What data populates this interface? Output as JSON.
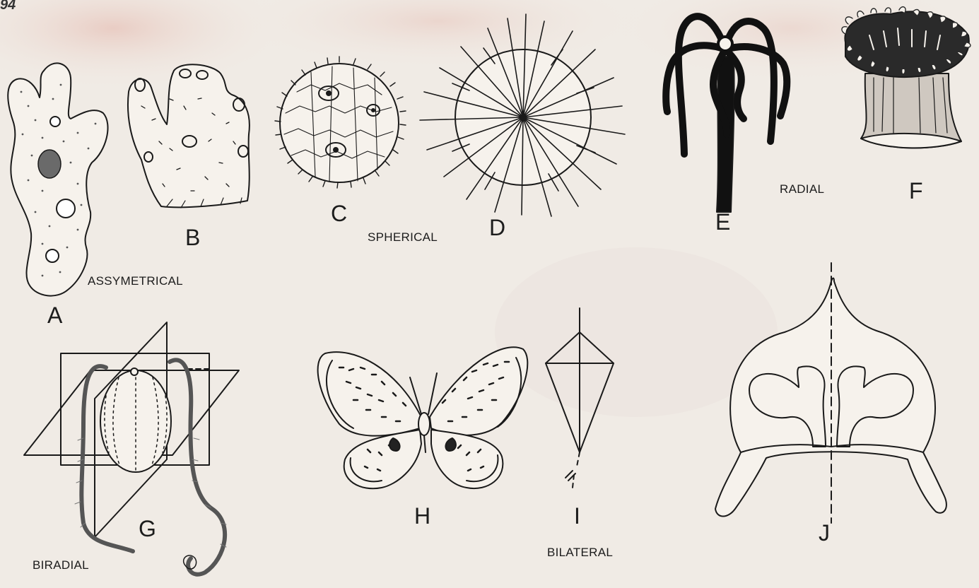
{
  "page_number": "94",
  "categories": {
    "assymetrical": "ASSYMETRICAL",
    "spherical": "SPHERICAL",
    "radial": "RADIAL",
    "biradial": "BIRADIAL",
    "bilateral": "BILATERAL"
  },
  "figures": {
    "a": "A",
    "b": "B",
    "c": "C",
    "d": "D",
    "e": "E",
    "f": "F",
    "g": "G",
    "h": "H",
    "i": "I",
    "j": "J"
  }
}
